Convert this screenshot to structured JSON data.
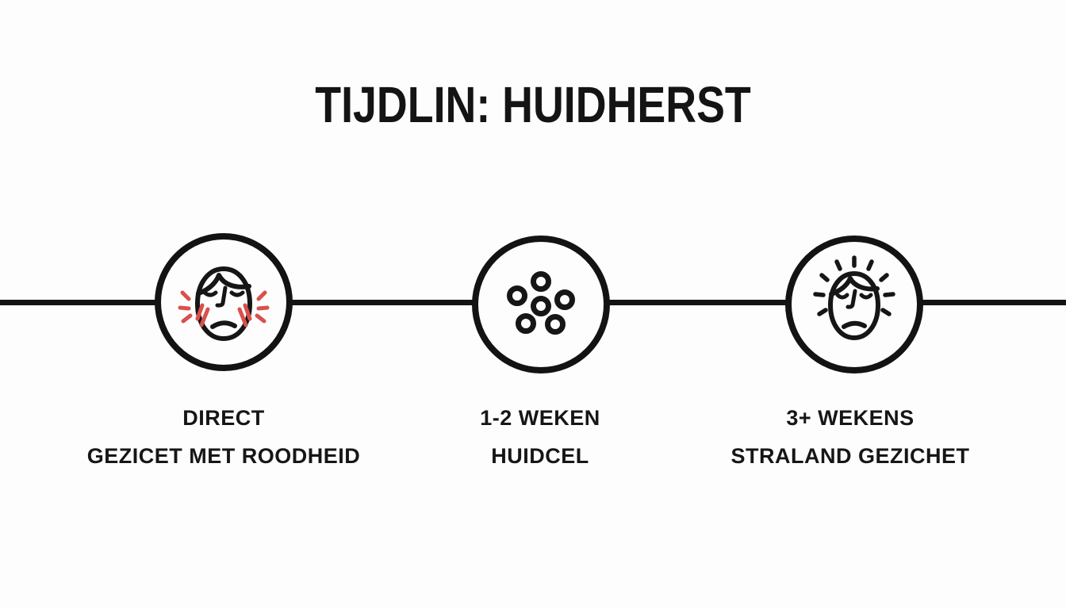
{
  "title": "TIJDLIN: HUIDHERST",
  "timeline": {
    "steps": [
      {
        "time": "DIRECT",
        "label": "GEZICET MET ROODHEID",
        "icon": "irritated-face-icon"
      },
      {
        "time": "1-2 WEKEN",
        "label": "HUIDCEL",
        "icon": "skin-cells-icon"
      },
      {
        "time": "3+ WEKENS",
        "label": "STRALAND GEZICHET",
        "icon": "radiant-face-icon"
      }
    ]
  },
  "colors": {
    "ink": "#141414",
    "accent_red": "#d9504c",
    "background": "#fdfdfd"
  }
}
